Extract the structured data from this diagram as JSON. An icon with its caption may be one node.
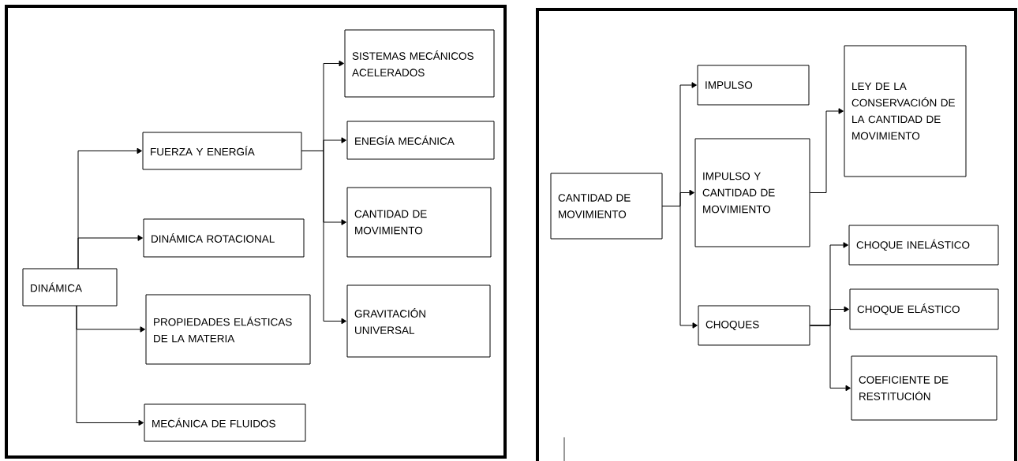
{
  "diagram": {
    "nodes": [
      {
        "text": [
          "DINÁMICA"
        ]
      },
      {
        "text": [
          "FUERZA Y ENERGÍA"
        ]
      },
      {
        "text": [
          "DINÁMICA ROTACIONAL"
        ]
      },
      {
        "text": [
          "PROPIEDADES ELÁSTICAS DE LA MATERIA"
        ]
      },
      {
        "text": [
          "MECÁNICA DE FLUIDOS"
        ]
      },
      {
        "text": [
          "SISTEMAS MECÁNICOS ACELERADOS"
        ]
      },
      {
        "text": [
          "ENEGÍA MECÁNICA"
        ]
      },
      {
        "text": [
          "CANTIDAD DE MOVIMIENTO"
        ]
      },
      {
        "text": [
          "GRAVITACIÓN UNIVERSAL"
        ]
      },
      {
        "text": [
          "CANTIDAD DE MOVIMIENTO"
        ]
      },
      {
        "text": [
          "IMPULSO"
        ]
      },
      {
        "text": [
          "IMPULSO Y CANTIDAD DE MOVIMIENTO"
        ]
      },
      {
        "text": [
          "CHOQUES"
        ]
      },
      {
        "text": [
          "LEY DE LA CONSERVACIÓN DE LA CANTIDAD DE MOVIMIENTO"
        ]
      },
      {
        "text": [
          "CHOQUE INELÁSTICO"
        ]
      },
      {
        "text": [
          "CHOQUE ELÁSTICO"
        ]
      },
      {
        "text": [
          "COEFICIENTE DE RESTITUCIÓN"
        ]
      }
    ],
    "edges": [
      {
        "from": 0,
        "to": 1,
        "arrow": "to"
      },
      {
        "from": 0,
        "to": 2,
        "arrow": "to"
      },
      {
        "from": 0,
        "to": 3,
        "arrow": "to"
      },
      {
        "from": 0,
        "to": 4,
        "arrow": "to"
      },
      {
        "from": 1,
        "to": 5,
        "arrow": "to"
      },
      {
        "from": 1,
        "to": 6,
        "arrow": "to"
      },
      {
        "from": 1,
        "to": 7,
        "arrow": "to"
      },
      {
        "from": 1,
        "to": 8,
        "arrow": "to"
      },
      {
        "from": 9,
        "to": 10,
        "arrow": "to"
      },
      {
        "from": 9,
        "to": 11,
        "arrow": "to"
      },
      {
        "from": 9,
        "to": 12,
        "arrow": "to"
      },
      {
        "from": 11,
        "to": 13,
        "arrow": "to"
      },
      {
        "from": 12,
        "to": 14,
        "arrow": "to"
      },
      {
        "from": 12,
        "to": 15,
        "arrow": "to"
      },
      {
        "from": 12,
        "to": 16,
        "arrow": "to"
      }
    ]
  }
}
